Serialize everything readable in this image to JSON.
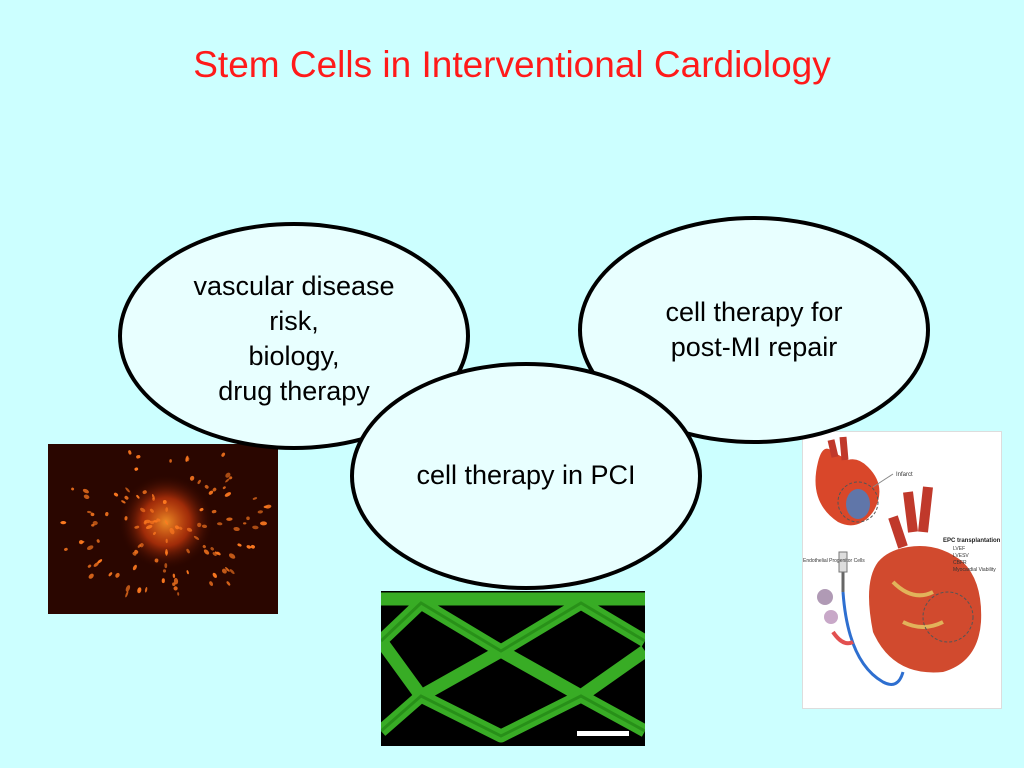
{
  "slide": {
    "title": "Stem Cells in Interventional Cardiology",
    "background": "#ccffff",
    "title_color": "#ff1a1a"
  },
  "topics": {
    "vascular": "vascular disease\nrisk,\nbiology,\ndrug therapy",
    "post_mi": "cell therapy for\npost-MI repair",
    "pci": "cell therapy in PCI"
  },
  "images": {
    "cells": {
      "semantic": "fluorescent-cell-colony-micrograph",
      "color": "#ff6a1a"
    },
    "stent": {
      "semantic": "green-fluorescent-stent-mesh-micrograph",
      "color": "#3fbf2a"
    },
    "heart": {
      "semantic": "epc-transplantation-heart-illustration",
      "labels": {
        "infarct": "Infarct",
        "procedure": "EPC transplantation",
        "cells": "Endothelial Progenitor Cells",
        "outcomes": [
          "LVEF",
          "LVESV",
          "CBFR",
          "Myocardial Viability"
        ]
      }
    }
  }
}
